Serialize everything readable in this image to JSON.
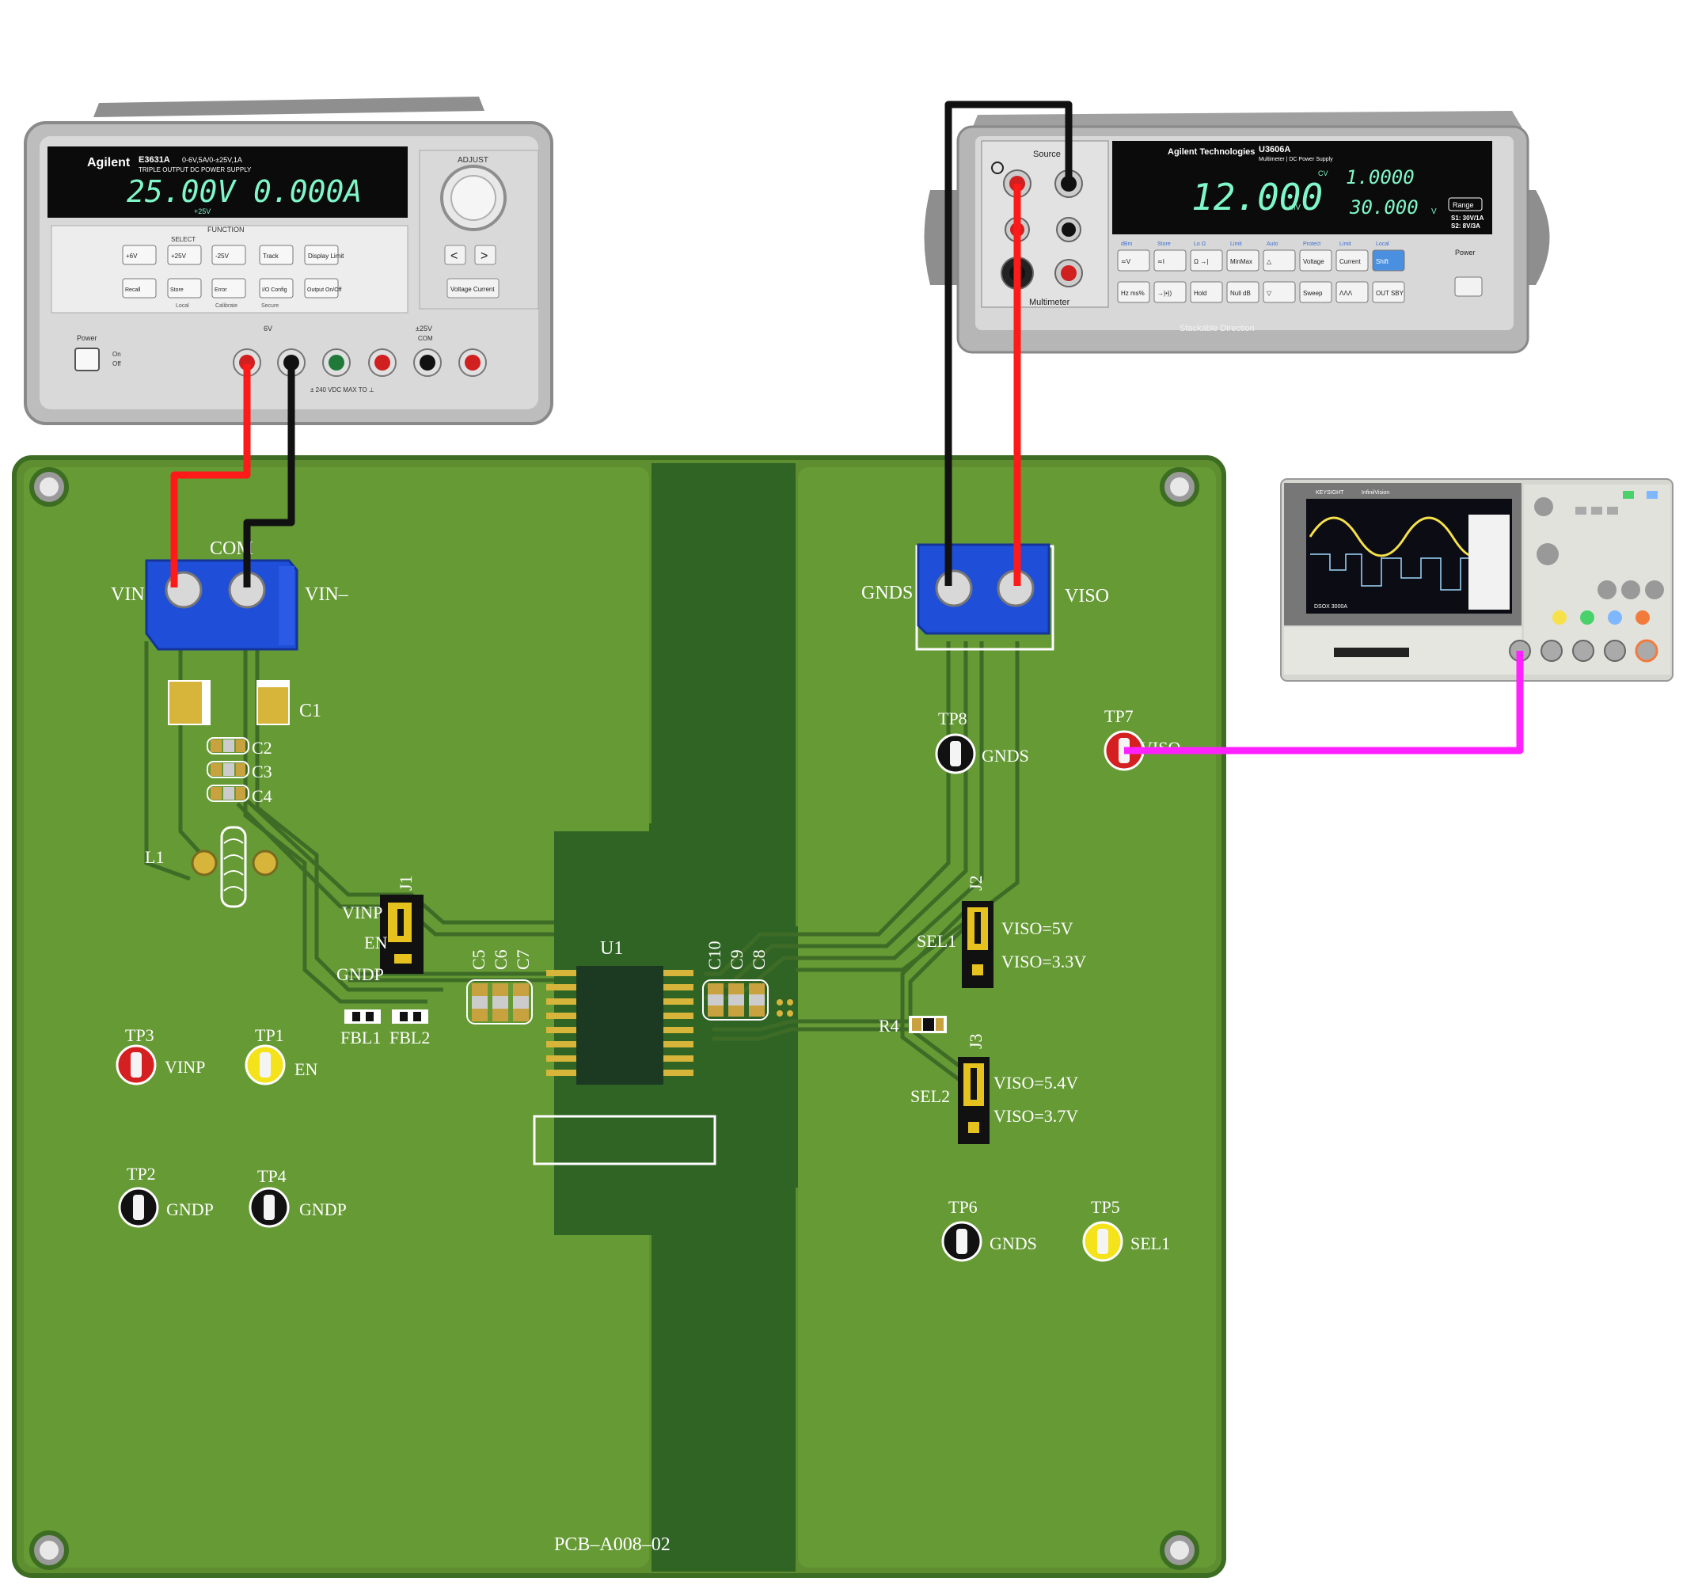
{
  "colors": {
    "board": "#5f8f2f",
    "board_dark": "#2f5f22",
    "board_mid": "#4f7f2a",
    "trace": "#3e6d26",
    "wire_red": "#ff1a1a",
    "wire_black": "#111111",
    "wire_magenta": "#ff22ff",
    "terminal_blue": "#1f4fd8",
    "silkscreen": "#ffffff",
    "instrument_body": "#c9c9c9",
    "lcd_bg": "#0a0a0a",
    "lcd_text": "#7ff7c8"
  },
  "power_supply": {
    "brand": "Agilent",
    "model": "E3631A",
    "spec": "0-6V,5A/0-±25V,1A",
    "subtitle": "TRIPLE OUTPUT DC POWER SUPPLY",
    "display_voltage": "25.00V",
    "display_current": "0.000A",
    "display_tag": "+25V",
    "adjust_label": "ADJUST",
    "function_label": "FUNCTION",
    "select_label": "SELECT",
    "buttons_row1": [
      "+6V",
      "+25V",
      "-25V",
      "Track",
      "Display Limit"
    ],
    "buttons_row2": [
      "Recall",
      "Store",
      "Error",
      "I/O Config",
      "Output On/Off"
    ],
    "row2_captions": [
      "Local",
      "Calibrate",
      "Secure"
    ],
    "nav_buttons": [
      "<",
      ">"
    ],
    "voltage_current_button": "Voltage Current",
    "power_label": "Power",
    "on_label": "On",
    "off_label": "Off",
    "terminal_group_6v": "6V",
    "terminal_group_25v": "±25V",
    "com_label": "COM",
    "bottom_note": "± 240 VDC MAX TO ⊥"
  },
  "multimeter": {
    "brand": "Agilent Technologies",
    "model": "U3606A",
    "subtitle": "Multimeter | DC Power Supply",
    "display_main": "12.000",
    "display_main_unit": "mV",
    "display_top_right": "1.0000",
    "display_bottom_right": "30.000",
    "display_bottom_unit": "V",
    "display_cv": "CV",
    "range_label": "Range",
    "range_s1": "S1: 30V/1A",
    "range_s2": "S2: 8V/3A",
    "source_label": "Source",
    "multimeter_label": "Multimeter",
    "power_label": "Power",
    "stackable_label": "Stackable Direction",
    "keys_row1": [
      "≂V",
      "≂I",
      "Ω →|",
      "MinMax",
      "△",
      "Voltage",
      "Current",
      "Shift"
    ],
    "keys_row2": [
      "Hz ms%",
      "→|•))",
      "Hold",
      "Null dB",
      "▽",
      "Sweep",
      "ΛΛΛ",
      "OUT SBY"
    ],
    "key_captions": [
      "dBm",
      "Store",
      "Lo Ω",
      "Limit",
      "Auto",
      "Protect",
      "Limit",
      "Local"
    ]
  },
  "oscilloscope": {
    "brand": "KEYSIGHT",
    "model": "InfiniiVision",
    "screen_label": "DSOX 3000A"
  },
  "pcb": {
    "id_label": "PCB–A008–02",
    "input_terminal": {
      "left": "VIN",
      "top": "COM",
      "right": "VIN–"
    },
    "output_terminal": {
      "left": "GNDS",
      "right": "VISO"
    },
    "components": {
      "c1": "C1",
      "c2": "C2",
      "c3": "C3",
      "c4": "C4",
      "l1": "L1",
      "u1": "U1",
      "j1": "J1",
      "j2": "J2",
      "j3": "J3",
      "r4": "R4",
      "c5": "C5",
      "c6": "C6",
      "c7": "C7",
      "c8": "C8",
      "c9": "C9",
      "c10": "C10",
      "fbl1": "FBL1",
      "fbl2": "FBL2"
    },
    "j1_labels": {
      "vinp": "VINP",
      "en": "EN",
      "gndp": "GNDP"
    },
    "j2_labels": {
      "sel": "SEL1",
      "top": "VISO=5V",
      "bottom": "VISO=3.3V"
    },
    "j3_labels": {
      "sel": "SEL2",
      "top": "VISO=5.4V",
      "bottom": "VISO=3.7V"
    },
    "test_points": [
      {
        "id": "TP3",
        "label": "VINP",
        "color": "#d42020"
      },
      {
        "id": "TP1",
        "label": "EN",
        "color": "#f4e21a"
      },
      {
        "id": "TP2",
        "label": "GNDP",
        "color": "#111111"
      },
      {
        "id": "TP4",
        "label": "GNDP",
        "color": "#111111"
      },
      {
        "id": "TP8",
        "label": "GNDS",
        "color": "#111111"
      },
      {
        "id": "TP7",
        "label": "VISO",
        "color": "#d42020"
      },
      {
        "id": "TP6",
        "label": "GNDS",
        "color": "#111111"
      },
      {
        "id": "TP5",
        "label": "SEL1",
        "color": "#f4e21a"
      }
    ]
  }
}
